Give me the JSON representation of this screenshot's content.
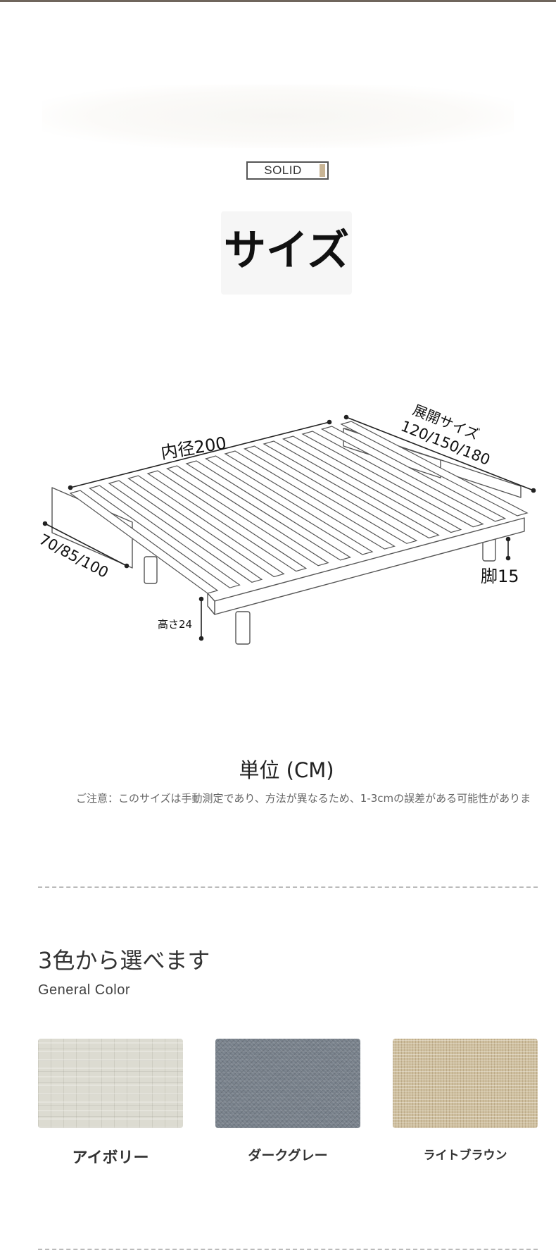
{
  "header": {
    "badge_label": "SOLID",
    "badge_accent_color": "#c9b595"
  },
  "size_section": {
    "title": "サイズ",
    "dimensions": {
      "inner_length": "内径200",
      "expand_label": "展開サイズ",
      "expand_values": "120/150/180",
      "width_values": "70/85/100",
      "height_label": "高さ24",
      "leg_label": "脚15"
    },
    "unit": "単位 (CM)",
    "note": "ご注意：このサイズは手動測定であり、方法が異なるため、1-3cmの誤差がある可能性がありま"
  },
  "color_section": {
    "title": "3色から選べます",
    "subtitle": "General Color",
    "colors": [
      {
        "name": "アイボリー",
        "swatch_color": "#dcdbd1"
      },
      {
        "name": "ダークグレー",
        "swatch_color": "#77808a"
      },
      {
        "name": "ライトブラウン",
        "swatch_color": "#cfc0a0"
      }
    ]
  }
}
